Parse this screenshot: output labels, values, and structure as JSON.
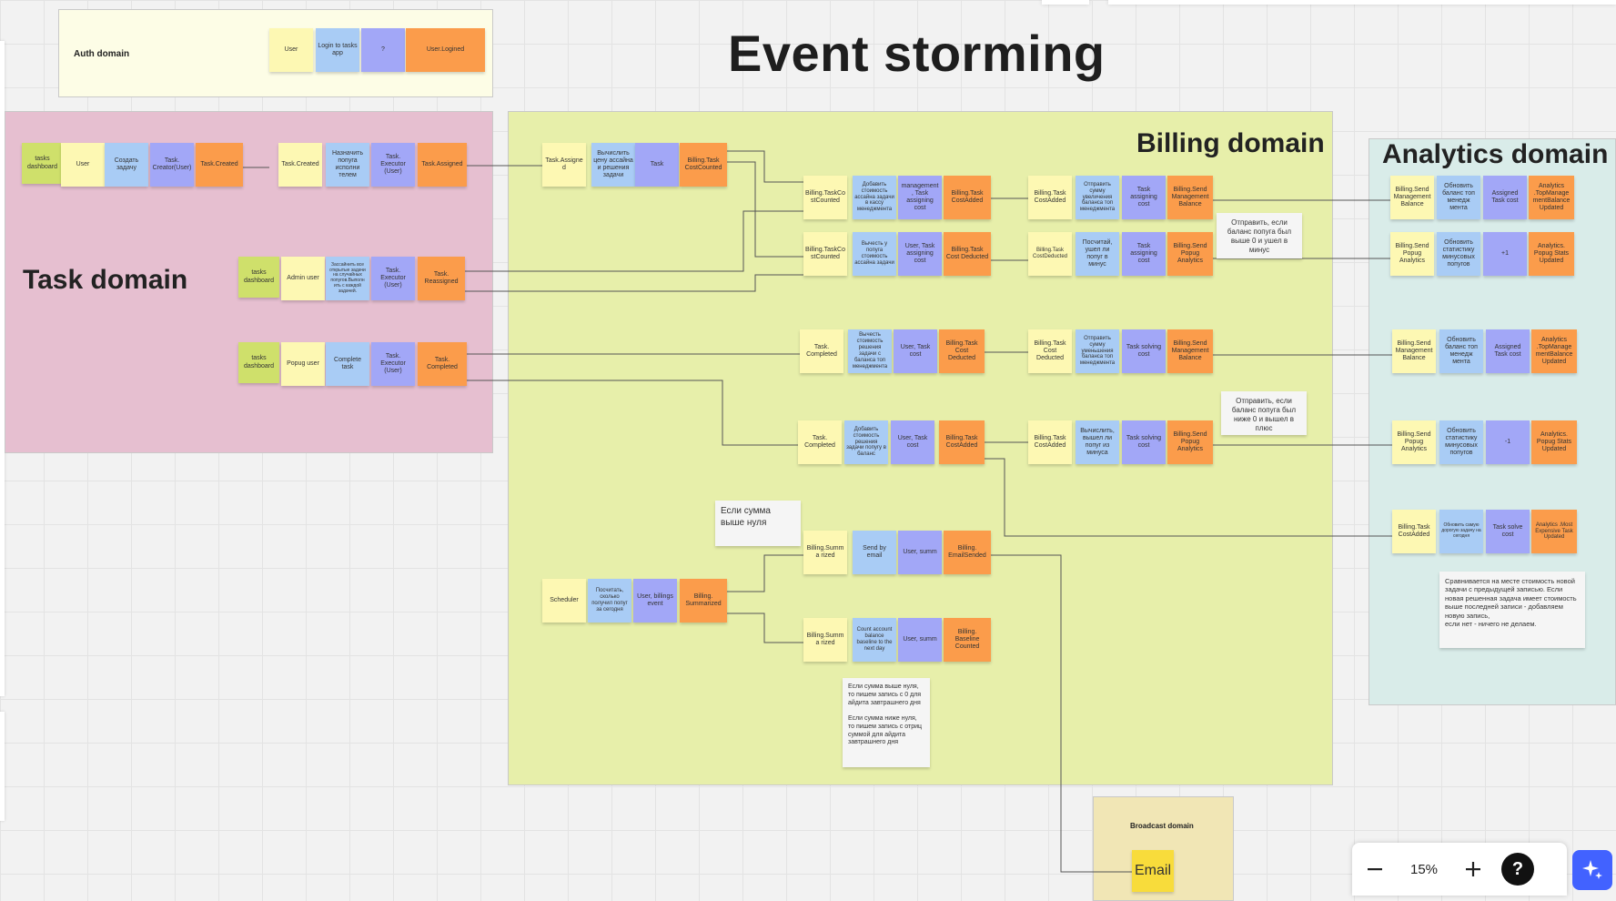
{
  "board": {
    "title": "Event storming",
    "zoom": "15%",
    "help_label": "?",
    "colors": {
      "event": "#fb9c4b",
      "command": "#a9ccf5",
      "aggregate": "#a2a7f7",
      "actor": "#fdf8b3",
      "read_model": "#cfe06b",
      "auth_frame": "#fdfde6",
      "task_frame": "#e6bfd0",
      "billing_frame": "#e7efaa",
      "analytics_frame": "#d9ece9",
      "broadcast_frame": "#f1e6b5",
      "ai_button": "#4262ff"
    }
  },
  "frames": {
    "auth": "Auth domain",
    "task": "Task domain",
    "billing": "Billing domain",
    "analytics": "Analytics domain",
    "broadcast": "Broadcast domain"
  },
  "auth": [
    "User",
    "Login to tasks app",
    "?",
    "User.Logined"
  ],
  "task_row1": [
    "tasks dashboard",
    "User",
    "Создать задачу",
    "Task. Creator(User)",
    "Task.Created"
  ],
  "task_row1b": [
    "Task.Created",
    "Назначить попуга исполни телем",
    "Task. Executor (User)",
    "Task.Assigned"
  ],
  "task_row2": [
    "tasks dashboard",
    "Admin user",
    "Зассайнить все открытые задачи на случайных попугов.Выполн ить с каждой задачей.",
    "Task. Executor (User)",
    "Task. Reassigned"
  ],
  "task_row3": [
    "tasks dashboard",
    "Popug user",
    "Complete task",
    "Task. Executor (User)",
    "Task. Completed"
  ],
  "billing_row1": [
    "Task.Assigned",
    "Вычислить цену ассайна и решения задачи",
    "Task",
    "Billing.Task CostCounted"
  ],
  "billing_c2_r1": [
    "Billing.TaskCo stCounted",
    "Добавить стоимость ассайна задачи в кассу менеджмента",
    "management , Task assigning cost",
    "Billing.Task CostAdded"
  ],
  "billing_c2_r2": [
    "Billing.TaskCo stCounted",
    "Вычесть у попуга стоимость ассайна задачи",
    "User, Task assigning cost",
    "Billing.Task Cost Deducted"
  ],
  "billing_c3_r1": [
    "Billing.Task CostAdded",
    "Отправить сумму увеличения баланса топ менеджмента",
    "Task assigning cost",
    "Billing.Send Management Balance"
  ],
  "billing_c3_r2": [
    "Billing.Task CostDeducted",
    "Посчитай, ушел ли попуг в минус",
    "Task assigning cost",
    "Billing.Send Popug Analytics"
  ],
  "billing_c2_r3": [
    "Task. Completed",
    "Вычесть стоимость решения задачи с баланса топ менеджмента",
    "User, Task cost",
    "Billing.Task Cost Deducted"
  ],
  "billing_c3_r3": [
    "Billing.Task Cost Deducted",
    "Отправить сумму уменьшения баланса топ менеджмента",
    "Task solving cost",
    "Billing.Send Management Balance"
  ],
  "billing_c2_r4": [
    "Task. Completed",
    "Добавить стоимость решения задачи попугу в баланс",
    "User, Task cost",
    "Billing.Task CostAdded"
  ],
  "billing_c3_r4": [
    "Billing.Task CostAdded",
    "Вычислить, вышел ли попуг из минуса",
    "Task solving cost",
    "Billing.Send Popug Analytics"
  ],
  "scheduler": [
    "Scheduler",
    "Посчитать, сколько получил попуг за сегодня",
    "User, billings event",
    "Billing. Summarized"
  ],
  "billing_sum1": [
    "Billing.Summa rized",
    "Send by email",
    "User, summ",
    "Billing. EmailSended"
  ],
  "billing_sum2": [
    "Billing.Summa rized",
    "Count account balance baseline to the next day",
    "User, summ",
    "Billing. Baseline Counted"
  ],
  "analytics_r1": [
    "Billing.Send Management Balance",
    "Обновить баланс топ менедж мента",
    "Assigned Task cost",
    "Analytics .TopManage mentBalance Updated"
  ],
  "analytics_r2": [
    "Billing.Send Popug Analytics",
    "Обновить статистику минусовых попугов",
    "+1",
    "Analytics. Popug Stats Updated"
  ],
  "analytics_r3": [
    "Billing.Send Management Balance",
    "Обновить баланс топ менедж мента",
    "Assigned Task cost",
    "Analytics .TopManage mentBalance Updated"
  ],
  "analytics_r4": [
    "Billing.Send Popug Analytics",
    "Обновить статистику минусовых попугов",
    "-1",
    "Analytics. Popug Stats Updated"
  ],
  "analytics_r5": [
    "Billing.Task CostAdded",
    "Обновить самую дорогую задачу на сегодня",
    "Task solve cost",
    "Analytics .Most Expensive Task Updated"
  ],
  "broadcast": [
    "Email"
  ],
  "notes": {
    "minus": "Отправить, если баланс попуга был выше 0 и ушел в минус",
    "plus": "Отправить, если баланс попуга был ниже 0 и вышел в плюс",
    "sum_above_zero": "Если сумма выше нуля",
    "baseline": "Если сумма выше нуля, то пишем запись с 0 для айдита завтрашнего дня\n\nЕсли сумма ниже нуля, то пишем запись с отриц суммой для айдита завтрашнего дня",
    "analytics_compare": "Сравнивается на месте стоимость новой задачи с предыдущей записью. Если новая решенная задача имеет стоимость выше последней записи - добавляем новую запись,\nесли нет - ничего не делаем."
  }
}
